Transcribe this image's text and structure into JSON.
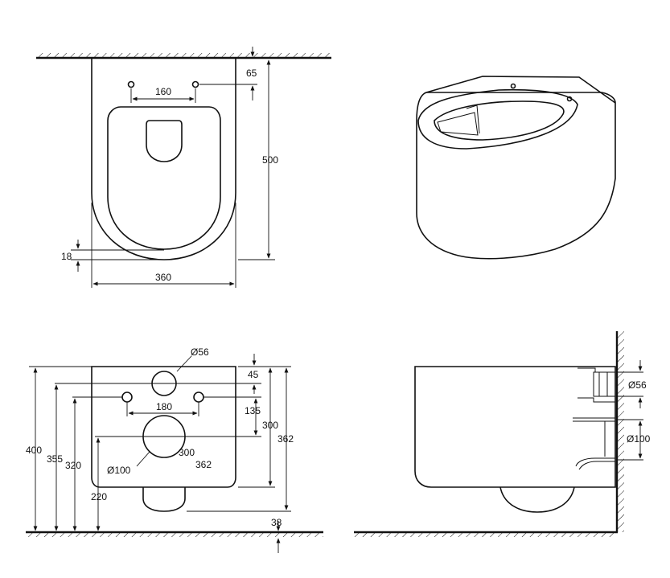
{
  "top_view": {
    "depth_offset": "65",
    "hole_spacing": "160",
    "total_length": "500",
    "rim_offset": "18",
    "width": "360"
  },
  "front_view": {
    "inlet_diameter": "Ø56",
    "top_offset": "45",
    "hole_spacing": "180",
    "bolt_to_inlet": "135",
    "height_300_right": "300",
    "height_362_right": "362",
    "height_400": "400",
    "height_355": "355",
    "height_320": "320",
    "height_220": "220",
    "outlet_diameter": "Ø100",
    "label_300": "300",
    "label_362": "362",
    "floor_offset": "38"
  },
  "side_view": {
    "inlet_diameter": "Ø56",
    "outlet_diameter": "Ø100"
  }
}
